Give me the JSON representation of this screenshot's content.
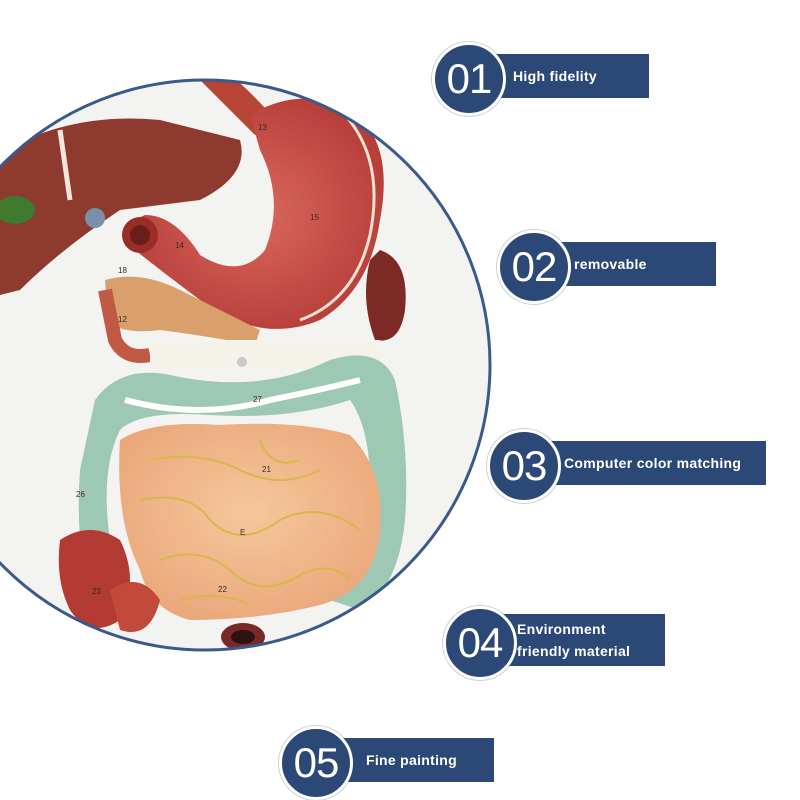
{
  "colors": {
    "badge": "#2c4876",
    "ring": "#3a5a8c",
    "text": "#ffffff"
  },
  "features": [
    {
      "number": "01",
      "label": "High fidelity"
    },
    {
      "number": "02",
      "label": "removable"
    },
    {
      "number": "03",
      "label": "Computer color matching"
    },
    {
      "number": "04",
      "label_line1": "Environment",
      "label_line2": "friendly material"
    },
    {
      "number": "05",
      "label": "Fine painting"
    }
  ],
  "model_labels": {
    "stomach_1": "13",
    "stomach_2": "15",
    "stomach_3": "14",
    "colon_top": "27",
    "intestine_1": "21",
    "intestine_2": "E",
    "intestine_3": "22",
    "colon_left": "26",
    "appendix": "23",
    "liver_gb": "18",
    "pancreas": "12"
  }
}
